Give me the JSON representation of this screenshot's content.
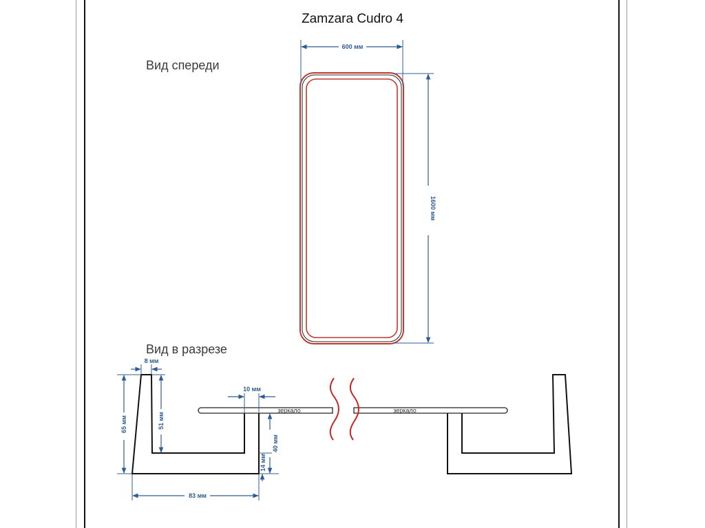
{
  "title": "Zamzara Cudro 4",
  "front_view": {
    "heading": "Вид спереди",
    "width_label": "600 мм",
    "height_label": "1600 мм"
  },
  "section_view": {
    "heading": "Вид в разрезе",
    "dim_top_thickness": "8 мм",
    "dim_total_height": "65 мм",
    "dim_inner_height": "51 мм",
    "dim_mirror_gap": "10 мм",
    "dim_depth_40": "40 мм",
    "dim_base_14": "14 мм",
    "dim_width_83": "83 мм",
    "mirror_label_left": "зеркало",
    "mirror_label_right": "зеркало"
  },
  "colors": {
    "dimension": "#2d5c94",
    "frame_red": "#c0392b",
    "break_mark": "#d02020",
    "outline": "#111111"
  }
}
